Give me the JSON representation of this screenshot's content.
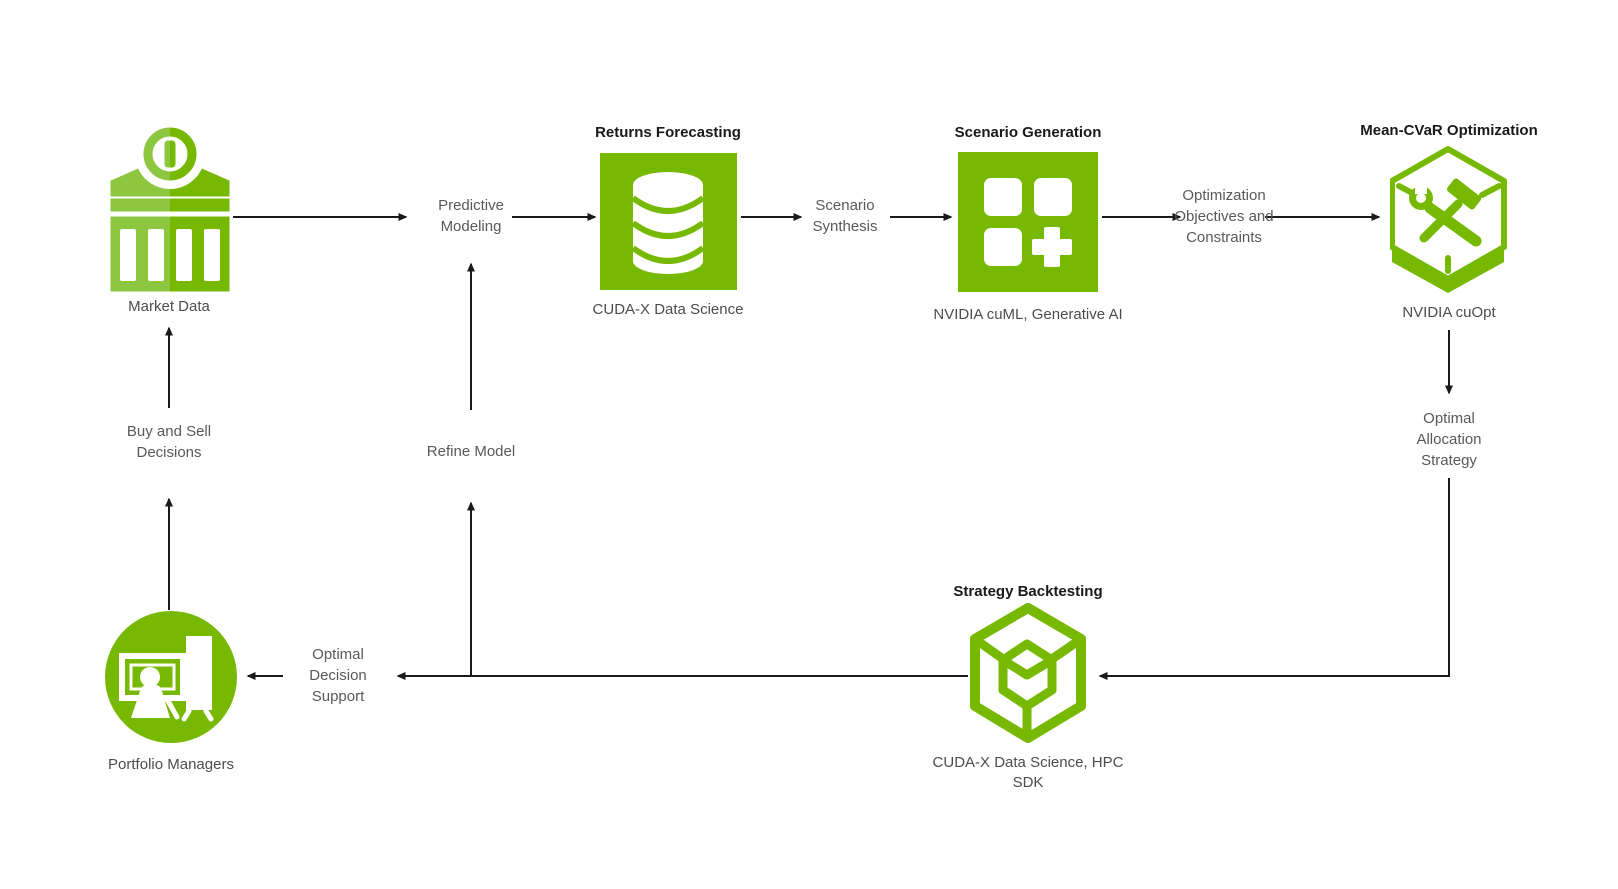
{
  "palette": {
    "green": "#76B900",
    "green_light": "#8DC63F",
    "line": "#1A1A1A",
    "title_text": "#1A1A1A",
    "caption_text": "#4D4D4D",
    "flow_text": "#595959",
    "background": "#FFFFFF"
  },
  "nodes": {
    "market_data": {
      "caption": "Market Data",
      "icon": "bank-icon"
    },
    "returns_forecasting": {
      "title": "Returns Forecasting",
      "caption": "CUDA-X Data Science",
      "icon": "database-icon"
    },
    "scenario_generation": {
      "title": "Scenario Generation",
      "caption": "NVIDIA cuML, Generative AI",
      "icon": "grid-plus-icon"
    },
    "mean_cvar_optimization": {
      "title": "Mean-CVaR Optimization",
      "caption": "NVIDIA cuOpt",
      "icon": "hexagon-tools-icon"
    },
    "strategy_backtesting": {
      "title": "Strategy Backtesting",
      "caption": "CUDA-X Data Science, HPC SDK",
      "icon": "nested-cube-icon"
    },
    "portfolio_managers": {
      "caption": "Portfolio Managers",
      "icon": "presenter-icon"
    }
  },
  "flow_labels": {
    "predictive_modeling": "Predictive\nModeling",
    "scenario_synthesis": "Scenario\nSynthesis",
    "optimization_objectives": "Optimization\nObjectives and\nConstraints",
    "optimal_allocation": "Optimal\nAllocation\nStrategy",
    "refine_model": "Refine Model",
    "buy_and_sell": "Buy and Sell\nDecisions",
    "optimal_decision": "Optimal\nDecision\nSupport"
  }
}
